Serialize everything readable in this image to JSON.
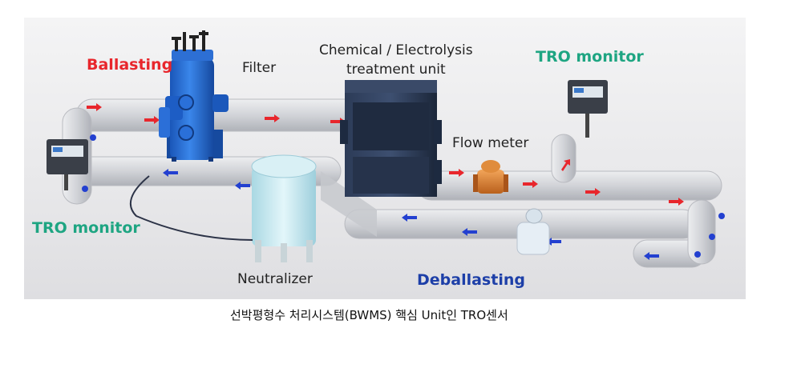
{
  "labels": {
    "ballasting": "Ballasting",
    "filter": "Filter",
    "chemical_unit": "Chemical / Electrolysis",
    "chemical_unit_line2": "treatment unit",
    "tro_monitor_top": "TRO monitor",
    "flow_meter": "Flow meter",
    "tro_monitor_left": "TRO monitor",
    "neutralizer": "Neutralizer",
    "deballasting": "Deballasting"
  },
  "caption": "선박평형수 처리시스템(BWMS) 핵심 Unit인 TRO센서",
  "colors": {
    "ballasting_flow": "#e8262c",
    "deballasting_flow": "#2340d0",
    "tro_label": "#1ea582",
    "deballasting_label": "#1d3fa8",
    "filter_body": "#1f63c8",
    "treatment_unit": "#223049",
    "flow_meter": "#d07a2a",
    "neutralizer": "#bfe6ee",
    "pipe": "#d4d5d9"
  }
}
